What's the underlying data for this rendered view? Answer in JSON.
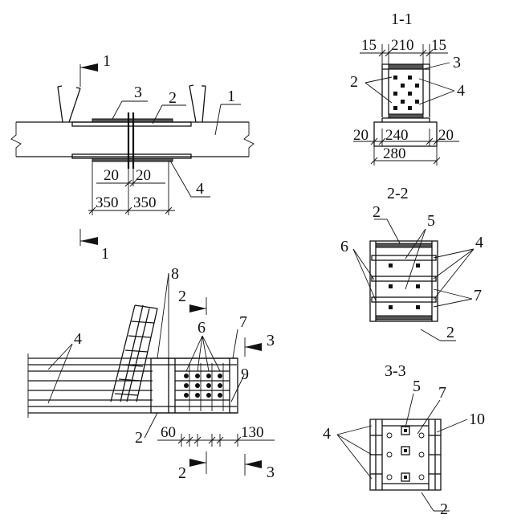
{
  "views": {
    "elevation": {
      "labels": {
        "num1": "1",
        "num2": "2",
        "num3": "3",
        "num4": "4"
      },
      "section_mark": {
        "top": "1",
        "bottom": "1"
      },
      "dims": {
        "d20a": "20",
        "d20b": "20",
        "d350a": "350",
        "d350b": "350"
      }
    },
    "section_1_1": {
      "title": "1-1",
      "dims": {
        "d15a": "15",
        "d210": "210",
        "d15b": "15",
        "d20a": "20",
        "d240": "240",
        "d20b": "20",
        "d280": "280"
      },
      "labels": {
        "num2": "2",
        "num3": "3",
        "num4": "4"
      }
    },
    "plan": {
      "labels": {
        "num8": "8",
        "num6": "6",
        "num7": "7",
        "num4": "4",
        "num9": "9",
        "num2": "2"
      },
      "section_marks": {
        "s2top": "2",
        "s2bottom": "2",
        "s3top": "3",
        "s3bottom": "3"
      },
      "dims": {
        "d60": "60",
        "d130": "130"
      }
    },
    "section_2_2": {
      "title": "2-2",
      "labels": {
        "num2top": "2",
        "num5": "5",
        "num6": "6",
        "num4": "4",
        "num7": "7",
        "num2bottom": "2"
      }
    },
    "section_3_3": {
      "title": "3-3",
      "labels": {
        "num5": "5",
        "num7": "7",
        "num10": "10",
        "num4": "4",
        "num2": "2"
      }
    }
  }
}
